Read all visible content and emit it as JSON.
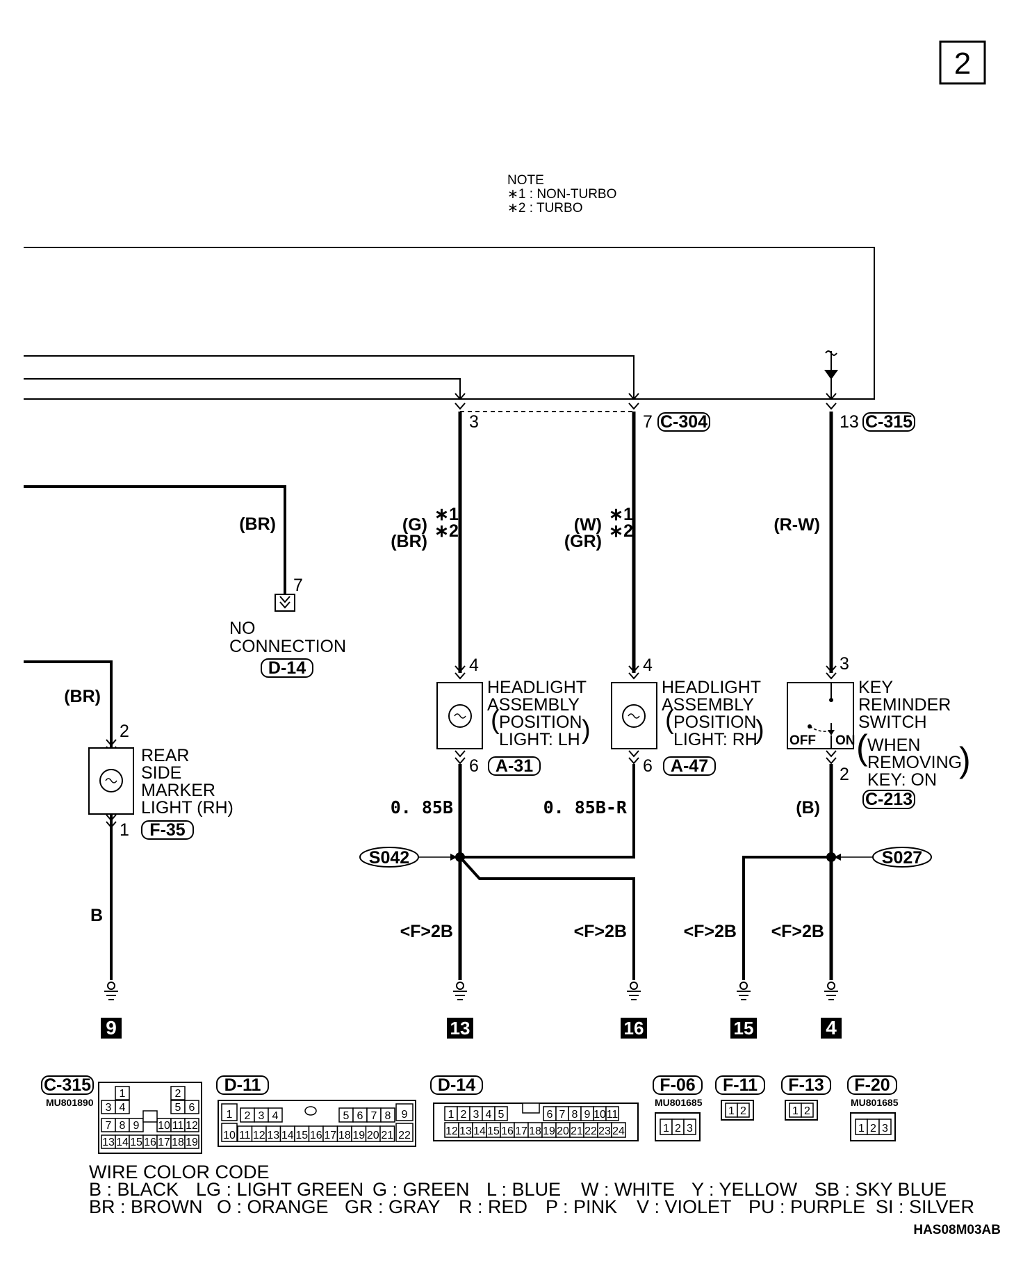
{
  "page_number": "2",
  "note": {
    "title": "NOTE",
    "line1": "∗1 : NON-TURBO",
    "line2": "∗2 : TURBO"
  },
  "pins": {
    "left_3": "3",
    "mid_7": "7",
    "right_13": "13",
    "nc_7": "7",
    "hl_lh_top": "4",
    "hl_lh_bot": "6",
    "hl_rh_top": "4",
    "hl_rh_bot": "6",
    "key_top": "3",
    "key_bot": "2",
    "rear_top": "2",
    "rear_bot": "1"
  },
  "connectors": {
    "c304": "C-304",
    "c315": "C-315",
    "d14": "D-14",
    "a31": "A-31",
    "a47": "A-47",
    "c213": "C-213",
    "f35": "F-35"
  },
  "wires": {
    "br_top": "(BR)",
    "br_left": "(BR)",
    "g1": "(G)",
    "br2": "(BR)",
    "w1": "(W)",
    "gr2": "(GR)",
    "rw": "(R-W)",
    "b_key": "(B)",
    "b_rear": "B",
    "lh_085": "0. 85B",
    "rh_085": "0. 85B-R",
    "f2b_1": "<F>2B",
    "f2b_2": "<F>2B",
    "f2b_3": "<F>2B",
    "f2b_4": "<F>2B",
    "star1": "∗1",
    "star2": "∗2"
  },
  "components": {
    "no_connection": [
      "NO",
      "CONNECTION"
    ],
    "hl_lh": [
      "HEADLIGHT",
      "ASSEMBLY",
      "POSITION",
      "LIGHT: LH"
    ],
    "hl_rh": [
      "HEADLIGHT",
      "ASSEMBLY",
      "POSITION",
      "LIGHT: RH"
    ],
    "key_switch": [
      "KEY",
      "REMINDER",
      "SWITCH",
      "WHEN",
      "REMOVING",
      "KEY: ON"
    ],
    "key_off": "OFF",
    "key_on": "ON",
    "rear_marker": [
      "REAR",
      "SIDE",
      "MARKER",
      "LIGHT (RH)"
    ]
  },
  "splices": {
    "s042": "S042",
    "s027": "S027"
  },
  "grounds": {
    "g9": "9",
    "g13": "13",
    "g16": "16",
    "g15": "15",
    "g4": "4"
  },
  "connector_views": {
    "c315": {
      "label": "C-315",
      "part": "MU801890",
      "pins": [
        "1",
        "2",
        "3",
        "4",
        "5",
        "6",
        "7",
        "8",
        "9",
        "10",
        "11",
        "12",
        "13",
        "14",
        "15",
        "16",
        "17",
        "18",
        "19"
      ]
    },
    "d11": {
      "label": "D-11",
      "pins": [
        "1",
        "2",
        "3",
        "4",
        "5",
        "6",
        "7",
        "8",
        "9",
        "10",
        "11",
        "12",
        "13",
        "14",
        "15",
        "16",
        "17",
        "18",
        "19",
        "20",
        "21",
        "22"
      ]
    },
    "d14": {
      "label": "D-14",
      "pins": [
        "1",
        "2",
        "3",
        "4",
        "5",
        "6",
        "7",
        "8",
        "9",
        "10",
        "11",
        "12",
        "13",
        "14",
        "15",
        "16",
        "17",
        "18",
        "19",
        "20",
        "21",
        "22",
        "23",
        "24"
      ]
    },
    "f06": {
      "label": "F-06",
      "part": "MU801685",
      "pins": [
        "1",
        "2",
        "3"
      ]
    },
    "f11": {
      "label": "F-11",
      "pins": [
        "1",
        "2"
      ]
    },
    "f13": {
      "label": "F-13",
      "pins": [
        "1",
        "2"
      ]
    },
    "f20": {
      "label": "F-20",
      "part": "MU801685",
      "pins": [
        "1",
        "2",
        "3"
      ]
    }
  },
  "wire_color_code": {
    "title": "WIRE COLOR CODE",
    "row1": [
      "B : BLACK",
      "LG : LIGHT GREEN",
      "G : GREEN",
      "L : BLUE",
      "W : WHITE",
      "Y : YELLOW",
      "SB : SKY BLUE"
    ],
    "row2": [
      "BR : BROWN",
      "O : ORANGE",
      "GR : GRAY",
      "R : RED",
      "P : PINK",
      "V : VIOLET",
      "PU : PURPLE",
      "SI : SILVER"
    ]
  },
  "drawing_code": "HAS08M03AB"
}
